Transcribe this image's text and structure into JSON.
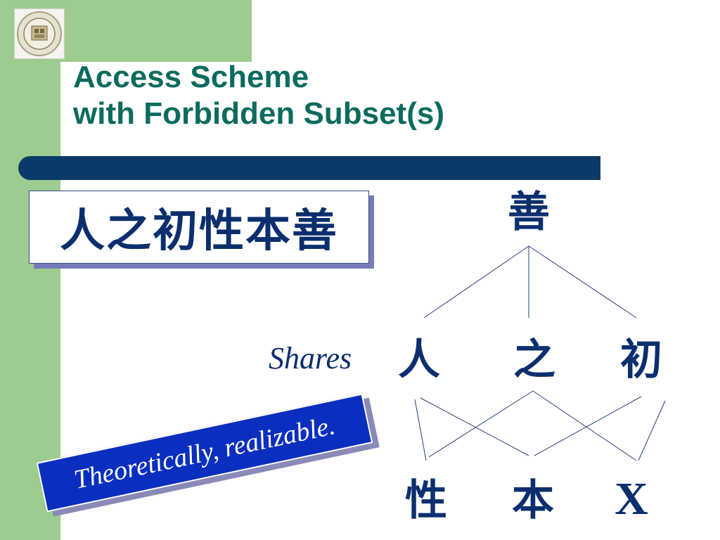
{
  "slide": {
    "title_line1": "Access Scheme",
    "title_line2": "with Forbidden Subset(s)"
  },
  "secret_box": {
    "text": "人之初性本善"
  },
  "diagram": {
    "top_node": "善",
    "shares_label": "Shares",
    "shares": [
      "人",
      "之",
      "初"
    ],
    "bottom_nodes": [
      "性",
      "本",
      "X"
    ]
  },
  "banner": {
    "text": "Theoretically, realizable."
  },
  "logo": {
    "icon": "university-seal-icon"
  },
  "colors": {
    "green_band": "#9ccc8f",
    "title": "#0b6b5e",
    "rule_bar": "#0b3a68",
    "diagram_text": "#0b2f6e",
    "banner": "#0a2fbf"
  }
}
